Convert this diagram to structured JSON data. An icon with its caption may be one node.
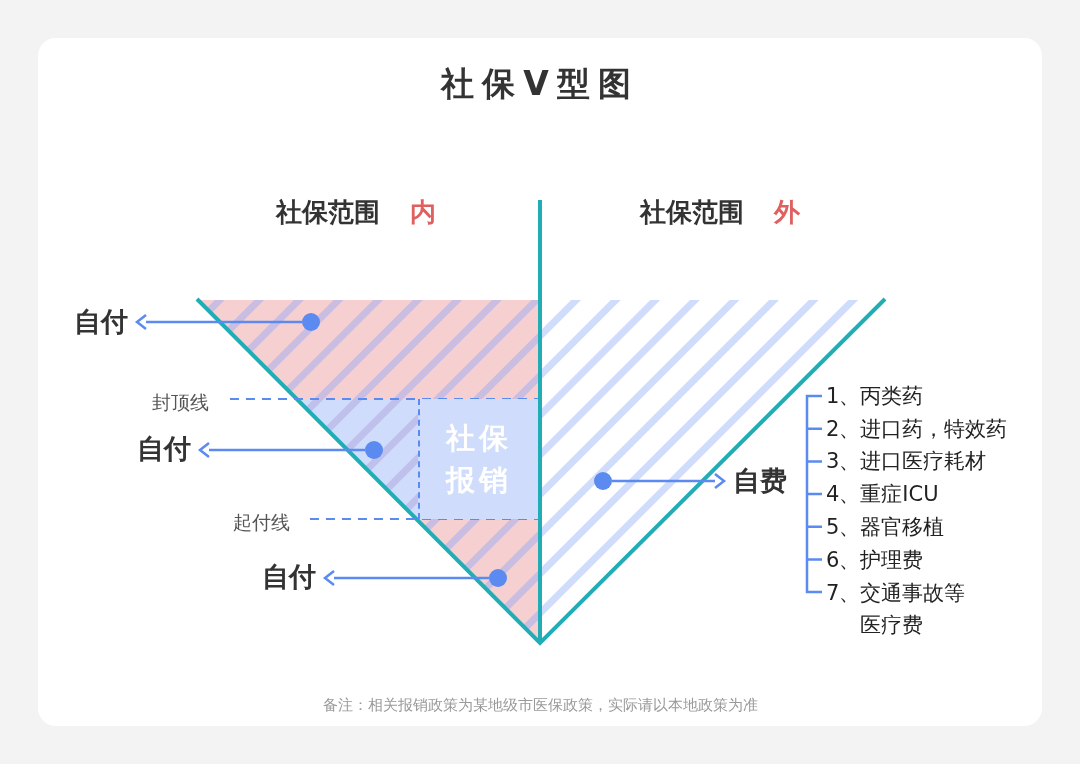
{
  "diagram": {
    "title": "社保V型图",
    "nodes": [
      {
        "text": [
          "自付"
        ]
      },
      {
        "text": [],
        "shape": "circle"
      },
      {
        "text": [
          "自付"
        ]
      },
      {
        "text": [],
        "shape": "circle"
      },
      {
        "text": [
          "自付"
        ]
      },
      {
        "text": [],
        "shape": "circle"
      },
      {
        "text": [],
        "shape": "circle"
      },
      {
        "text": [
          "自费"
        ]
      },
      {
        "text": [
          "社保报销"
        ]
      }
    ],
    "edges": [
      {
        "from": 1,
        "to": 0,
        "arrow": "to"
      },
      {
        "from": 3,
        "to": 2,
        "arrow": "to"
      },
      {
        "from": 5,
        "to": 4,
        "arrow": "to"
      },
      {
        "from": 6,
        "to": 7,
        "arrow": "to"
      }
    ],
    "labels": [
      "社保范围",
      "内",
      "社保范围",
      "外",
      "封顶线",
      "起付线",
      "1、丙类药",
      "2、进口药，特效药",
      "3、进口医疗耗材",
      "4、重症ICU",
      "5、器官移植",
      "6、护理费",
      "7、交通事故等医疗费",
      "备注：相关报销政策为某地级市医保政策，实际请以本地政策为准"
    ]
  }
}
